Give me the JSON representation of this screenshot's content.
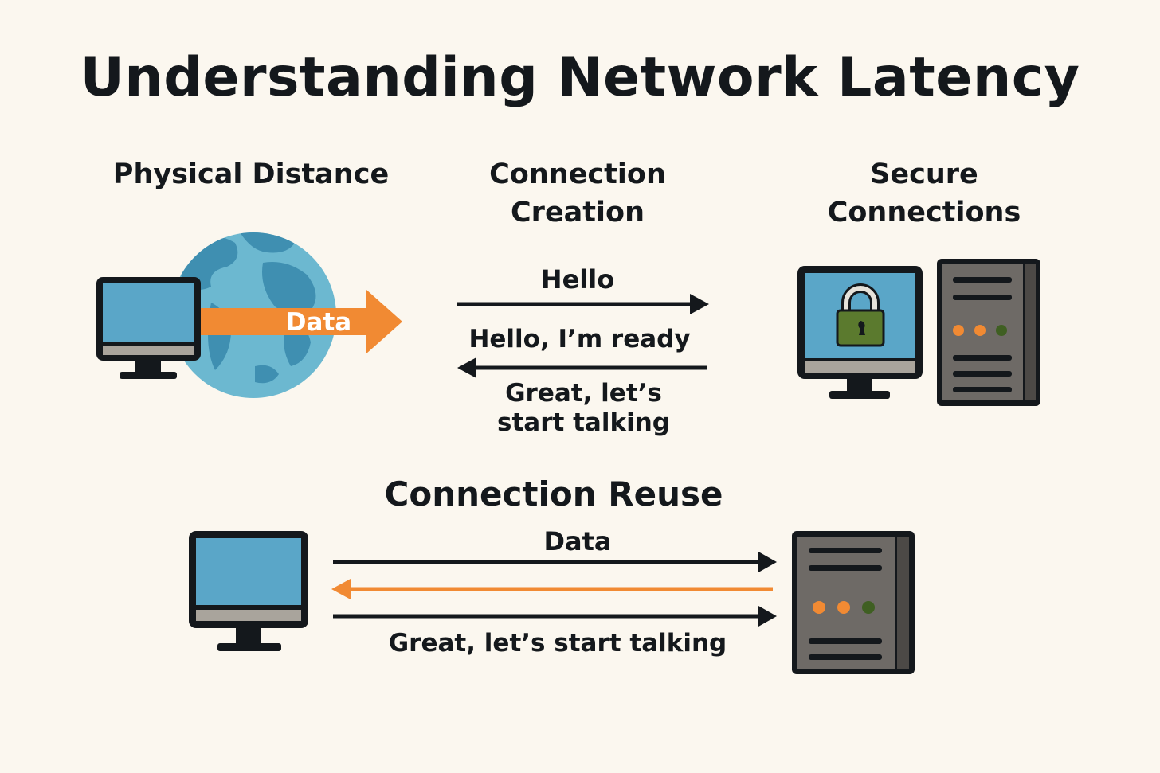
{
  "title": "Understanding Network Latency",
  "sections": {
    "physical_distance": {
      "heading": "Physical Distance",
      "arrow_label": "Data"
    },
    "connection_creation": {
      "heading_line1": "Connection",
      "heading_line2": "Creation",
      "msg_hello": "Hello",
      "msg_ready": "Hello, I’m ready",
      "msg_great_line1": "Great, let’s",
      "msg_great_line2": "start talking"
    },
    "secure_connections": {
      "heading_line1": "Secure",
      "heading_line2": "Connections"
    },
    "connection_reuse": {
      "heading": "Connection Reuse",
      "msg_data": "Data",
      "msg_great": "Great, let’s start talking"
    }
  },
  "colors": {
    "background": "#fbf7ef",
    "outline": "#14181c",
    "screen_blue": "#5aa6c8",
    "globe_blue": "#6cb8d0",
    "land_blue": "#3f8fb1",
    "accent_orange": "#f18a33",
    "lock_green": "#5b7a2e",
    "server_gray": "#6e6a66",
    "led_green": "#3f5f22"
  },
  "icons": [
    "monitor-icon",
    "globe-icon",
    "lock-icon",
    "server-icon"
  ]
}
